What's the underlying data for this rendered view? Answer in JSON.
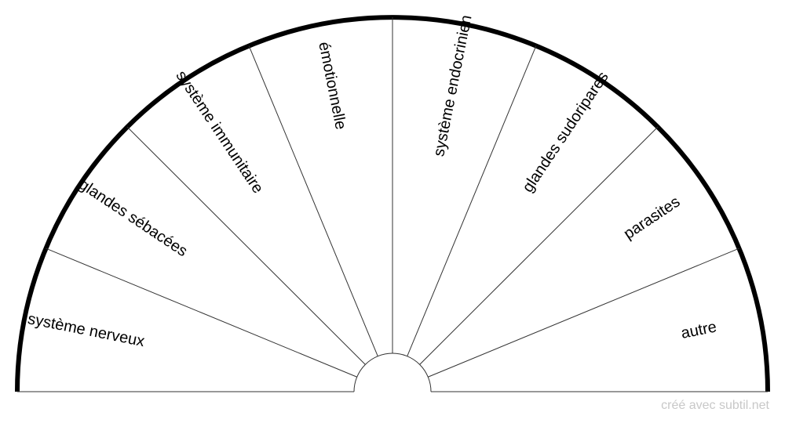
{
  "colors": {
    "outline": "#000000",
    "divider": "#333333",
    "background": "#ffffff",
    "credit": "#c8c8c8"
  },
  "sectors": [
    {
      "label": "système nerveux"
    },
    {
      "label": "glandes sébacées"
    },
    {
      "label": "système immunitaire"
    },
    {
      "label": "émotionnelle"
    },
    {
      "label": "système endocrinien"
    },
    {
      "label": "glandes sudoripares"
    },
    {
      "label": "parasites"
    },
    {
      "label": "autre"
    }
  ],
  "credit": "créé avec subtil.net"
}
